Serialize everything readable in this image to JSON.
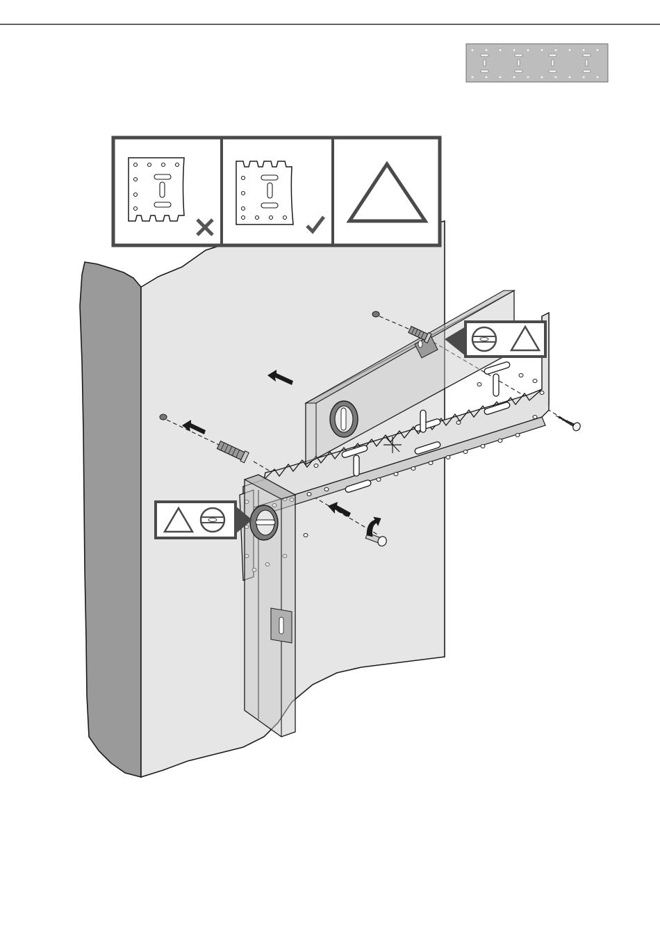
{
  "page": {
    "background": "#ffffff",
    "rule_color": "#000000"
  },
  "palette": {
    "line": "#1a1a1a",
    "icon_grey": "#555555",
    "wall_face": "#e6e6e6",
    "wall_side": "#9a9a9a",
    "plate_fill": "#e2e2e2",
    "level_fill": "#c8c8c8",
    "callout_border": "#4a4a4a",
    "thumbnail_fill": "#bdbdbd"
  },
  "figure": {
    "thumbnail": {
      "depicts": "wall-mounting-plate"
    },
    "orientation_panel": {
      "cells": [
        {
          "depicts": "plate-upside-down",
          "mark": "cross-icon",
          "status": "incorrect"
        },
        {
          "depicts": "plate-correct-way-up",
          "mark": "check-icon",
          "status": "correct"
        },
        {
          "depicts": "caution",
          "mark": "warning-triangle-icon"
        }
      ]
    },
    "callouts": [
      {
        "depicts": "check-horizontal-with-level",
        "icons": [
          "bubble-level-icon",
          "warning-triangle-icon"
        ]
      },
      {
        "depicts": "check-vertical-with-level",
        "icons": [
          "warning-triangle-icon",
          "bubble-level-icon"
        ]
      }
    ],
    "parts": [
      "wall",
      "mounting-plate",
      "spirit-level-horizontal",
      "spirit-level-vertical",
      "wall-plug",
      "screw",
      "marker-cross"
    ]
  }
}
